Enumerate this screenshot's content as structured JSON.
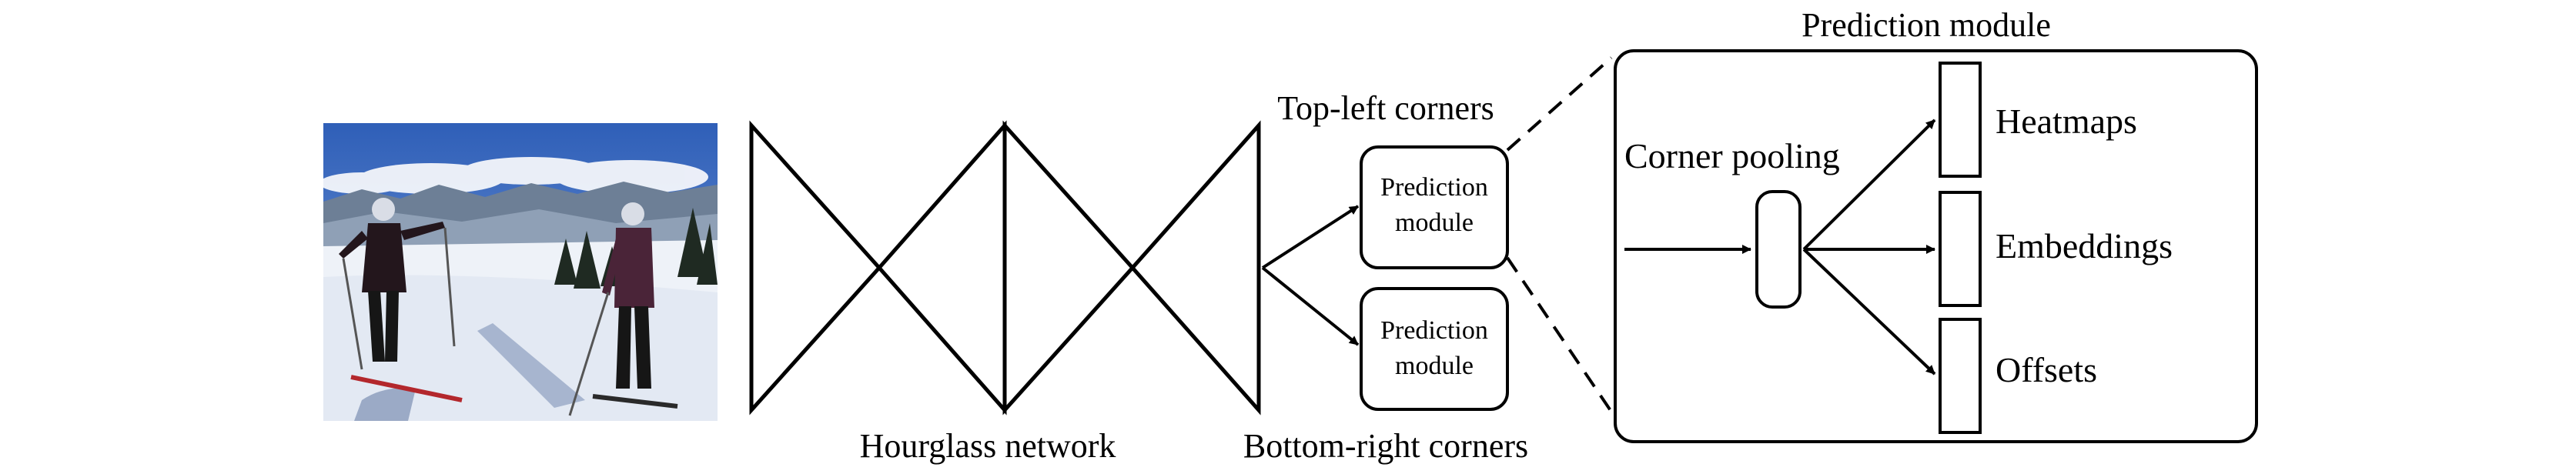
{
  "labels": {
    "hourglass": "Hourglass network",
    "top_left": "Top-left corners",
    "bottom_right": "Bottom-right corners",
    "pm_small_top_line1": "Prediction",
    "pm_small_top_line2": "module",
    "pm_small_bottom_line1": "Prediction",
    "pm_small_bottom_line2": "module",
    "pm_title": "Prediction module",
    "corner_pooling": "Corner pooling",
    "heatmaps": "Heatmaps",
    "embeddings": "Embeddings",
    "offsets": "Offsets"
  },
  "photo": {
    "subject": "two skiers posing on a snowy mountain slope",
    "colors": {
      "sky": "#3f6fc4",
      "snow": "#eef2f8",
      "mountains": "#6d7f96"
    }
  },
  "colors": {
    "stroke": "#000000",
    "background": "#ffffff"
  }
}
